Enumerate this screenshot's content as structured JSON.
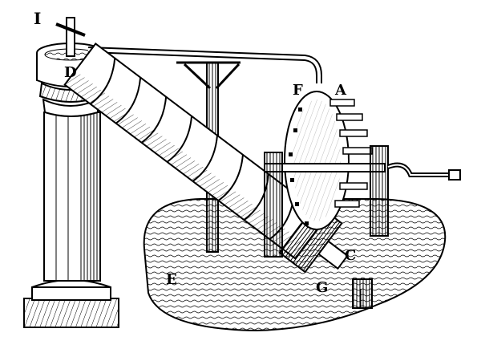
{
  "labels": {
    "I": "I",
    "D": "D",
    "F": "F",
    "A": "A",
    "E": "E",
    "C": "C",
    "G": "G"
  },
  "colors": {
    "ink": "#000000",
    "paper": "#ffffff"
  }
}
